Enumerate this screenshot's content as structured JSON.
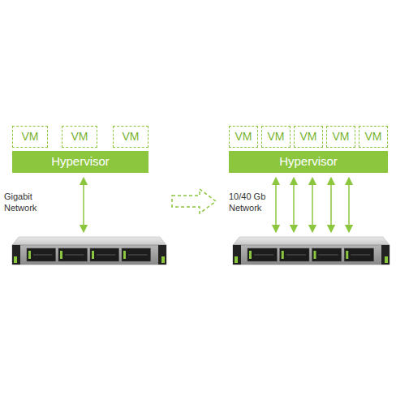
{
  "diagram": {
    "nodes": [
      {
        "text": [
          "VM"
        ]
      },
      {
        "text": [
          "VM"
        ]
      },
      {
        "text": [
          "VM"
        ]
      },
      {
        "text": [
          "Hypervisor"
        ]
      },
      {
        "text": [
          "VM"
        ]
      },
      {
        "text": [
          "VM"
        ]
      },
      {
        "text": [
          "VM"
        ]
      },
      {
        "text": [
          "VM"
        ]
      },
      {
        "text": [
          "VM"
        ]
      },
      {
        "text": [
          "Hypervisor"
        ]
      }
    ],
    "labels": [
      "Gigabit Network",
      "10/40 Gb Network"
    ]
  }
}
